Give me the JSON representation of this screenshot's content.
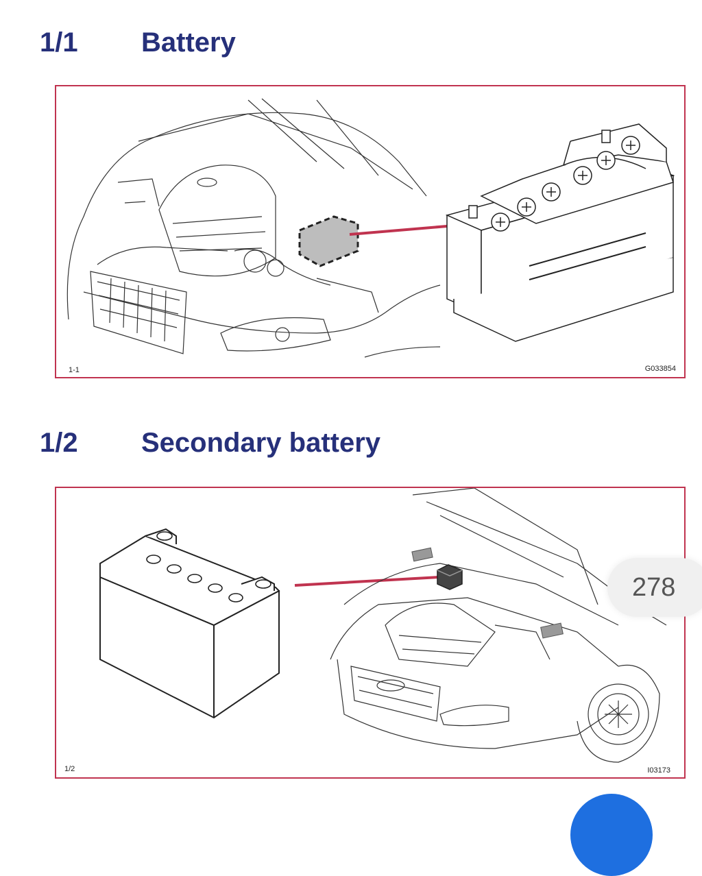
{
  "sections": [
    {
      "number": "1/1",
      "title": "Battery",
      "figure": {
        "corner_label": "1-1",
        "code": "G033854"
      }
    },
    {
      "number": "1/2",
      "title": "Secondary battery",
      "figure": {
        "corner_label": "1/2",
        "code": "I03173"
      }
    }
  ],
  "page_indicator": "278",
  "colors": {
    "heading": "#26307a",
    "frame": "#c0334f",
    "callout_line": "#c0334f",
    "fab": "#1e6fe0"
  },
  "icons": {
    "page_badge": "page-number-badge",
    "fab": "floating-action-button"
  }
}
